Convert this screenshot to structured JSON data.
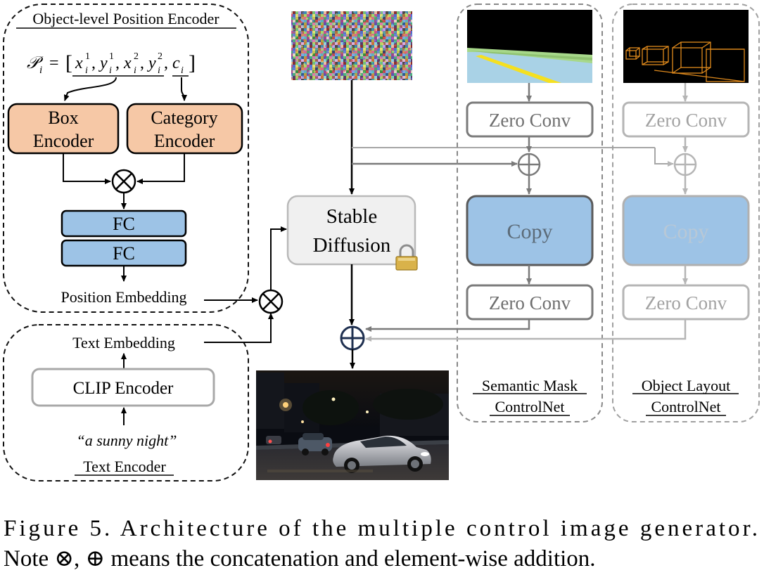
{
  "encoder": {
    "title": "Object-level Position Encoder",
    "formula_lhs": "𝒫",
    "formula_sub": "i",
    "formula_eq": "=",
    "formula_open": "[",
    "formula_close": "]",
    "formula_comma": ",",
    "formula_x": "x",
    "formula_y": "y",
    "formula_c": "c",
    "sup1": "1",
    "sup2": "2",
    "box_encoder_line1": "Box",
    "box_encoder_line2": "Encoder",
    "category_encoder_line1": "Category",
    "category_encoder_line2": "Encoder",
    "fc1": "FC",
    "fc2": "FC",
    "position_embedding": "Position Embedding"
  },
  "text_encoder": {
    "title": "Text Encoder",
    "text_embedding": "Text Embedding",
    "clip_encoder": "CLIP Encoder",
    "prompt": "“a sunny night”"
  },
  "stable_diffusion": {
    "line1": "Stable",
    "line2": "Diffusion"
  },
  "semantic_controlnet": {
    "zero_conv_top": "Zero Conv",
    "copy": "Copy",
    "zero_conv_bottom": "Zero Conv",
    "label_line1": "Semantic Mask",
    "label_line2": "ControlNet"
  },
  "layout_controlnet": {
    "zero_conv_top": "Zero Conv",
    "copy": "Copy",
    "zero_conv_bottom": "Zero Conv",
    "label_line1": "Object Layout",
    "label_line2": "ControlNet"
  },
  "caption": {
    "line1": "Figure 5.  Architecture of the multiple control image generator.",
    "line2": "Note ⊗, ⊕ means the concatenation and element-wise addition."
  },
  "colors": {
    "encoder_orange": "#f6c8a6",
    "fc_blue": "#9dc3e6",
    "copy_blue": "#9dc3e6",
    "sd_gray": "#f0f0f0",
    "night_sky": "#0a0c12",
    "mask_sky": "#000000",
    "mask_road": "#a9d2e6",
    "mask_grass": "#a7d88a",
    "mask_lane": "#f5e020",
    "layout_box": "#e08a1c",
    "lock_gold": "#d9b24a"
  },
  "icons": {
    "concat": "circled-times-icon",
    "add": "circled-plus-icon",
    "lock": "lock-icon"
  }
}
